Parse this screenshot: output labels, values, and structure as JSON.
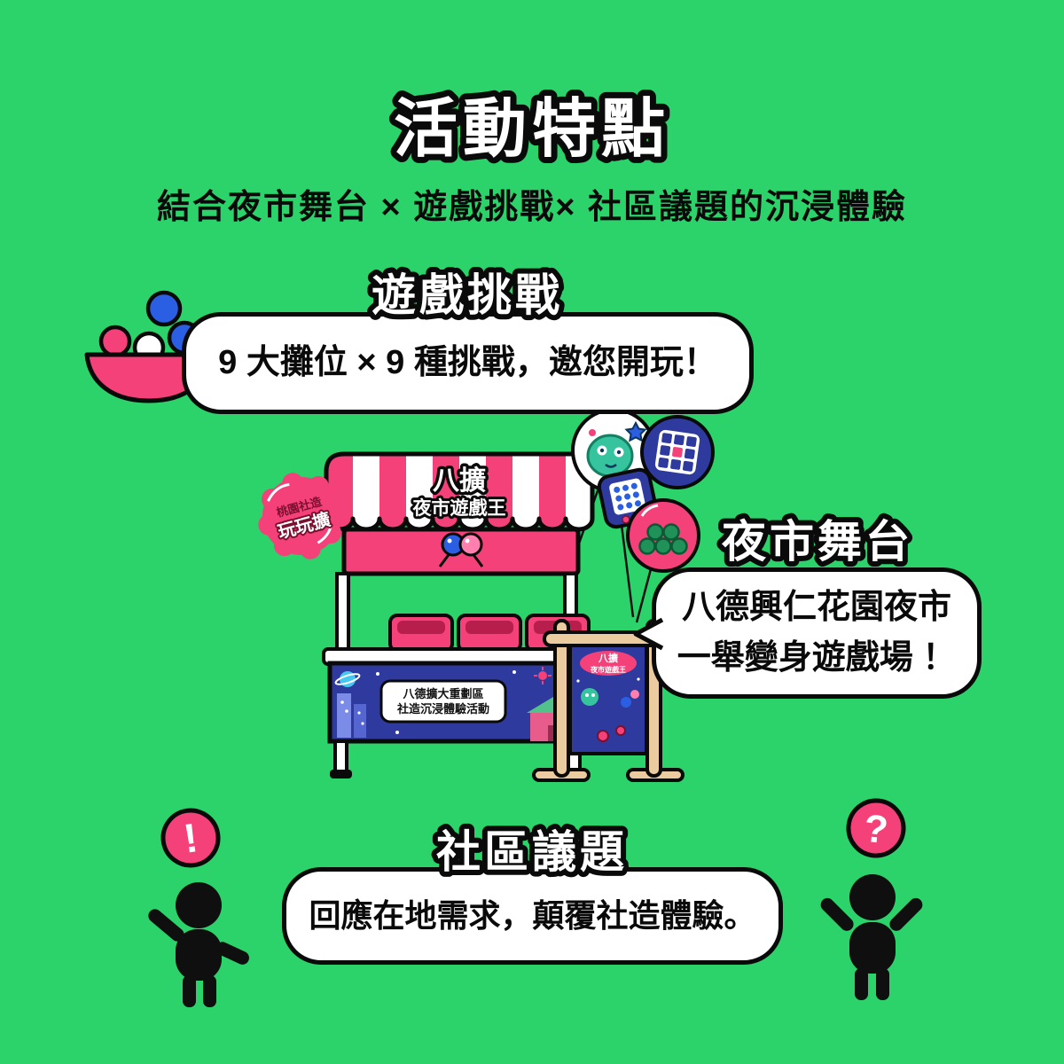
{
  "page": {
    "title": "活動特點",
    "subtitle": "結合夜市舞台 × 遊戲挑戰× 社區議題的沉浸體驗"
  },
  "bubbles": {
    "game": {
      "heading": "遊戲挑戰",
      "body": "9 大攤位 × 9 種挑戰，邀您開玩！"
    },
    "stage": {
      "heading": "夜市舞台",
      "line1": "八德興仁花園夜市",
      "line2": "一舉變身遊戲場 ！"
    },
    "community": {
      "heading": "社區議題",
      "body": "回應在地需求，顛覆社造體驗。"
    }
  },
  "stall": {
    "sign_line1": "八擴",
    "sign_line2": "夜市遊戲王",
    "banner_line1": "八德擴大重劃區",
    "banner_line2": "社造沉浸體驗活動",
    "sticker_line1": "桃園社造",
    "sticker_line2": "玩玩擴",
    "poster_line1": "八擴",
    "poster_line2": "夜市遊戲王"
  },
  "figures": {
    "exclamation": "!",
    "question": "?"
  },
  "colors": {
    "background": "#2BD36A",
    "pink": "#F4417A",
    "blue": "#2B5FE3",
    "navy": "#2E3A9E",
    "wood": "#EBCBA0",
    "teal": "#35C49E",
    "cup_green": "#1F9159",
    "outline": "#0A0A0A",
    "white": "#FFFFFF"
  }
}
